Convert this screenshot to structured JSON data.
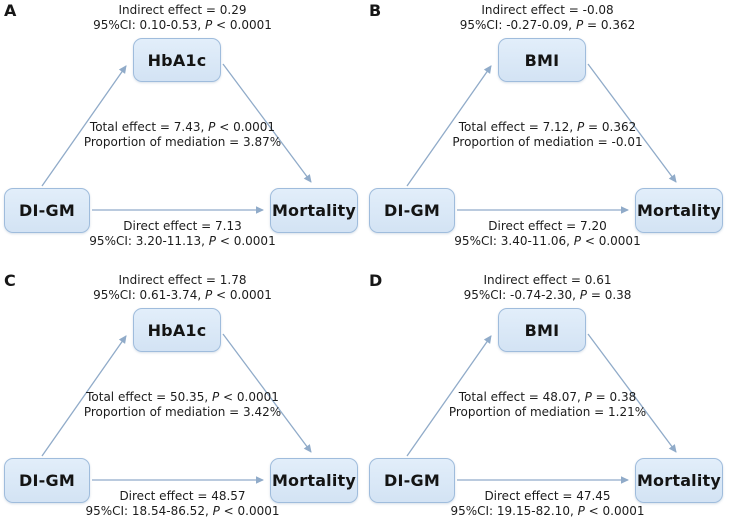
{
  "figure": {
    "colors": {
      "background": "#ffffff",
      "text": "#1c1c1c",
      "boxFill": "#d8e6f6",
      "boxBorder": "#9fbcdc",
      "arrow": "#90abc9"
    }
  },
  "panels": [
    {
      "label": "A",
      "exposure": "DI-GM",
      "mediator": "HbA1c",
      "outcome": "Mortality",
      "indirect_line1": "Indirect effect = 0.29",
      "indirect_line2": "95%CI: 0.10-0.53, P < 0.0001",
      "total_line1": "Total effect = 7.43, P < 0.0001",
      "total_line2": "Proportion of mediation = 3.87%",
      "direct_line1": "Direct effect = 7.13",
      "direct_line2": "95%CI: 3.20-11.13, P < 0.0001"
    },
    {
      "label": "B",
      "exposure": "DI-GM",
      "mediator": "BMI",
      "outcome": "Mortality",
      "indirect_line1": "Indirect effect = -0.08",
      "indirect_line2": "95%CI: -0.27-0.09, P = 0.362",
      "total_line1": "Total effect = 7.12, P = 0.362",
      "total_line2": "Proportion of mediation = -0.01",
      "direct_line1": "Direct effect = 7.20",
      "direct_line2": "95%CI: 3.40-11.06, P < 0.0001"
    },
    {
      "label": "C",
      "exposure": "DI-GM",
      "mediator": "HbA1c",
      "outcome": "Mortality",
      "indirect_line1": "Indirect effect = 1.78",
      "indirect_line2": "95%CI: 0.61-3.74, P < 0.0001",
      "total_line1": "Total effect = 50.35, P < 0.0001",
      "total_line2": "Proportion of mediation = 3.42%",
      "direct_line1": "Direct effect = 48.57",
      "direct_line2": "95%CI: 18.54-86.52, P < 0.0001"
    },
    {
      "label": "D",
      "exposure": "DI-GM",
      "mediator": "BMI",
      "outcome": "Mortality",
      "indirect_line1": "Indirect effect = 0.61",
      "indirect_line2": "95%CI: -0.74-2.30, P = 0.38",
      "total_line1": "Total effect = 48.07, P = 0.38",
      "total_line2": "Proportion of mediation = 1.21%",
      "direct_line1": "Direct effect = 47.45",
      "direct_line2": "95%CI: 19.15-82.10, P < 0.0001"
    }
  ]
}
